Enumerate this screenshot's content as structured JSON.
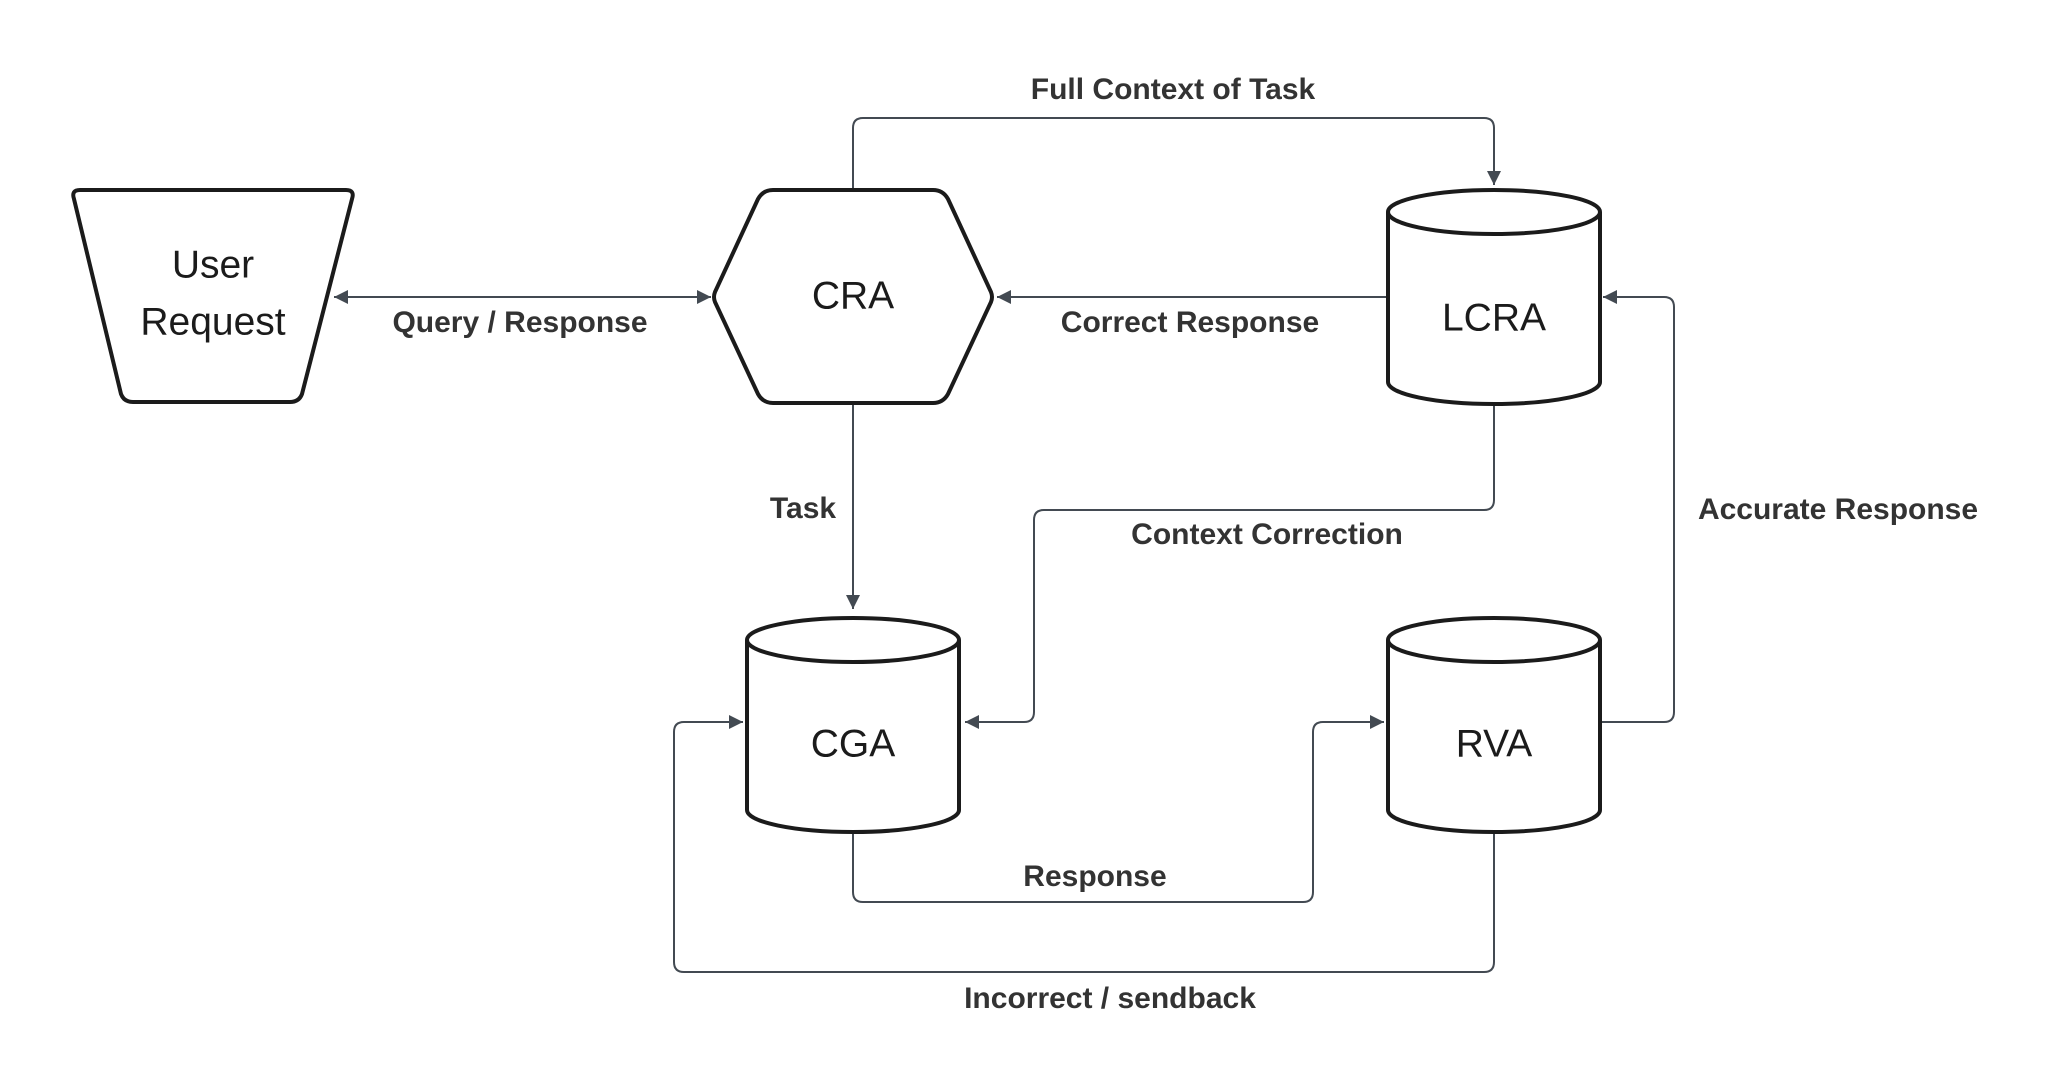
{
  "nodes": {
    "user_request": {
      "line1": "User",
      "line2": "Request"
    },
    "cra": {
      "label": "CRA"
    },
    "lcra": {
      "label": "LCRA"
    },
    "cga": {
      "label": "CGA"
    },
    "rva": {
      "label": "RVA"
    }
  },
  "edges": {
    "query_response": "Query / Response",
    "full_context": "Full Context of Task",
    "correct_response": "Correct Response",
    "task": "Task",
    "context_correction": "Context Correction",
    "accurate_response": "Accurate Response",
    "response": "Response",
    "incorrect_sendback": "Incorrect / sendback"
  },
  "colors": {
    "node_stroke": "#1b1b1b",
    "edge_stroke": "#434a52",
    "label_text": "#333333",
    "background": "#ffffff"
  }
}
